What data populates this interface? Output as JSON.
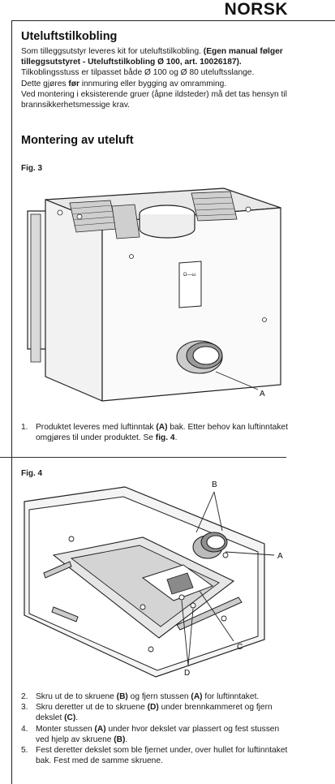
{
  "header": {
    "language": "NORSK"
  },
  "section1": {
    "title": "Uteluftstilkobling",
    "intro_a": "Som tilleggsutstyr leveres kit for uteluftstilkobling. ",
    "intro_b": "(Egen manual følger tilleggsutstyret - Uteluftstilkobling Ø 100, art. 10026187).",
    "intro_c": "Tilkoblingsstuss er tilpasset både Ø 100 og Ø 80 uteluftsslange.",
    "intro_d1": "Dette gjøres ",
    "intro_d2": "før",
    "intro_d3": " innmuring eller bygging av omramming.",
    "intro_e": "Ved montering i eksisterende gruer (åpne ildsteder) må det tas hensyn til brannsikkerhetsmessige krav."
  },
  "section2": {
    "title": "Montering av uteluft"
  },
  "fig3": {
    "label": "Fig. 3",
    "callout_a": "A",
    "plate_text": "Ω—ω"
  },
  "step1": {
    "num": "1.",
    "t1": "Produktet leveres med luftinntak ",
    "t2": "(A)",
    "t3": " bak. Etter behov kan luftinntaket omgjøres til under produktet. Se ",
    "t4": "fig. 4",
    "t5": "."
  },
  "fig4": {
    "label": "Fig. 4",
    "callout_a": "A",
    "callout_b": "B",
    "callout_c": "C",
    "callout_d": "D"
  },
  "steps": [
    {
      "num": "2.",
      "t1": "Skru ut de to skruene ",
      "t2": "(B)",
      "t3": " og fjern stussen ",
      "t4": "(A)",
      "t5": " for luftinntaket."
    },
    {
      "num": "3.",
      "t1": "Skru deretter ut de to skruene ",
      "t2": "(D)",
      "t3": " under brennkammeret og fjern dekslet ",
      "t4": "(C)",
      "t5": "."
    },
    {
      "num": "4.",
      "t1": "Monter stussen ",
      "t2": "(A)",
      "t3": " under hvor dekslet var plassert og  fest stussen ved hjelp av skruene ",
      "t4": "(B)",
      "t5": "."
    },
    {
      "num": "5.",
      "t1": "Fest deretter dekslet som ble fjernet under, over hullet for luftinntaket bak. Fest med de samme skruene.",
      "t2": "",
      "t3": "",
      "t4": "",
      "t5": ""
    }
  ]
}
